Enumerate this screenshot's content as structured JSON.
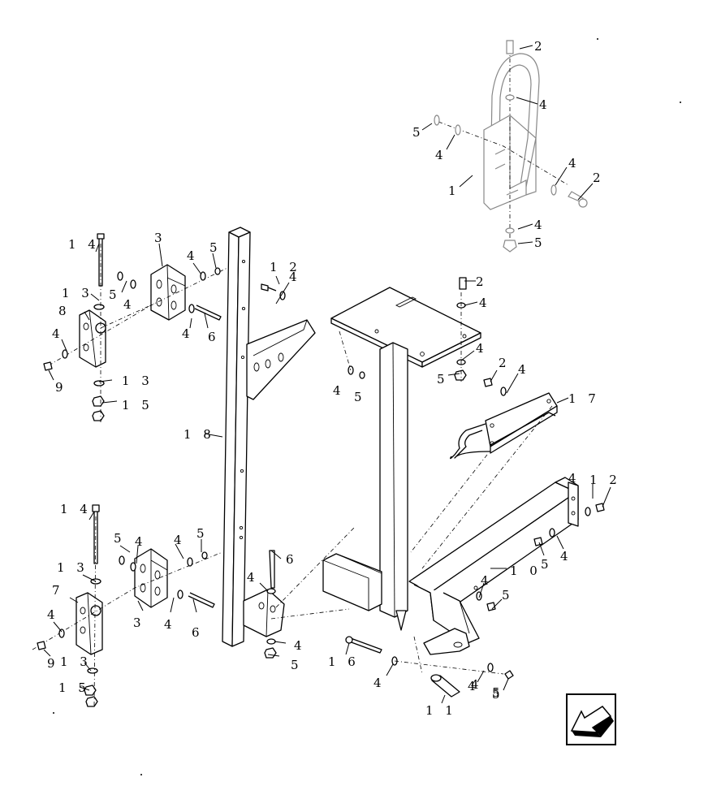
{
  "callouts": [
    {
      "id": "c2a",
      "text": "2"
    },
    {
      "id": "c4a",
      "text": "4"
    },
    {
      "id": "c5a",
      "text": "5"
    },
    {
      "id": "c4b",
      "text": "4"
    },
    {
      "id": "c1",
      "text": "1"
    },
    {
      "id": "c4c",
      "text": "4"
    },
    {
      "id": "c2b",
      "text": "2"
    },
    {
      "id": "c4d",
      "text": "4"
    },
    {
      "id": "c5b",
      "text": "5"
    },
    {
      "id": "c14a",
      "text": "1 4"
    },
    {
      "id": "c3a",
      "text": "3"
    },
    {
      "id": "c5c",
      "text": "5"
    },
    {
      "id": "c4e",
      "text": "4"
    },
    {
      "id": "c5d",
      "text": "5"
    },
    {
      "id": "c4f",
      "text": "4"
    },
    {
      "id": "c13a",
      "text": "1 3"
    },
    {
      "id": "c8",
      "text": "8"
    },
    {
      "id": "c4g",
      "text": "4"
    },
    {
      "id": "c6a",
      "text": "6"
    },
    {
      "id": "c4h",
      "text": "4"
    },
    {
      "id": "c9a",
      "text": "9"
    },
    {
      "id": "c13b",
      "text": "1 3"
    },
    {
      "id": "c15a",
      "text": "1 5"
    },
    {
      "id": "c12a",
      "text": "1 2"
    },
    {
      "id": "c4i",
      "text": "4"
    },
    {
      "id": "c2c",
      "text": "2"
    },
    {
      "id": "c4j",
      "text": "4"
    },
    {
      "id": "c4k",
      "text": "4"
    },
    {
      "id": "c5e",
      "text": "5"
    },
    {
      "id": "c4l",
      "text": "4"
    },
    {
      "id": "c5f",
      "text": "5"
    },
    {
      "id": "c2d",
      "text": "2"
    },
    {
      "id": "c4m",
      "text": "4"
    },
    {
      "id": "c17",
      "text": "1 7"
    },
    {
      "id": "c18",
      "text": "1 8"
    },
    {
      "id": "c4n",
      "text": "4"
    },
    {
      "id": "c12b",
      "text": "1 2"
    },
    {
      "id": "c5g",
      "text": "5"
    },
    {
      "id": "c4o",
      "text": "4"
    },
    {
      "id": "c10",
      "text": "1 0"
    },
    {
      "id": "c14b",
      "text": "1 4"
    },
    {
      "id": "c5h",
      "text": "5"
    },
    {
      "id": "c4p",
      "text": "4"
    },
    {
      "id": "c4q",
      "text": "4"
    },
    {
      "id": "c5i",
      "text": "5"
    },
    {
      "id": "c6b",
      "text": "6"
    },
    {
      "id": "c13c",
      "text": "1 3"
    },
    {
      "id": "c7",
      "text": "7"
    },
    {
      "id": "c4r",
      "text": "4"
    },
    {
      "id": "c3b",
      "text": "3"
    },
    {
      "id": "c4s",
      "text": "4"
    },
    {
      "id": "c6c",
      "text": "6"
    },
    {
      "id": "c4t",
      "text": "4"
    },
    {
      "id": "c4u",
      "text": "4"
    },
    {
      "id": "c5j",
      "text": "5"
    },
    {
      "id": "c4v",
      "text": "4"
    },
    {
      "id": "c5k",
      "text": "5"
    },
    {
      "id": "c9b",
      "text": "9"
    },
    {
      "id": "c13d",
      "text": "1 3"
    },
    {
      "id": "c15b",
      "text": "1 5"
    },
    {
      "id": "c4w",
      "text": "4"
    },
    {
      "id": "c5l",
      "text": "5"
    },
    {
      "id": "c16",
      "text": "1 6"
    },
    {
      "id": "c4x",
      "text": "4"
    },
    {
      "id": "c4y",
      "text": "4"
    },
    {
      "id": "c5m",
      "text": "5"
    },
    {
      "id": "c11",
      "text": "1 1"
    }
  ],
  "orientation_icon": "arrow-direction-icon"
}
